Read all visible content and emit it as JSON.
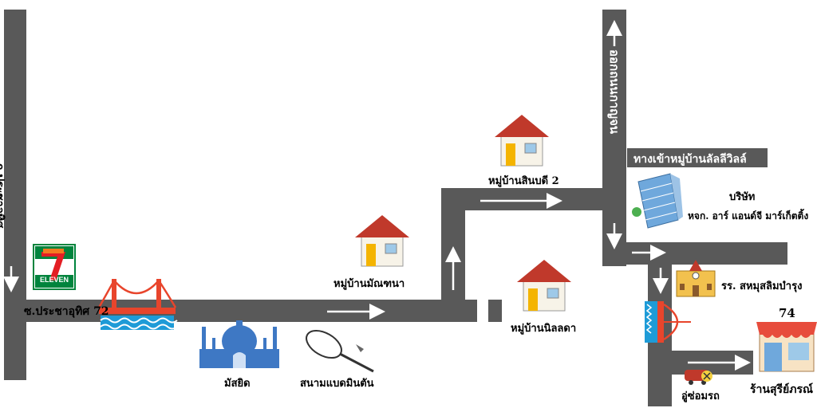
{
  "map": {
    "roads": {
      "left_vertical": "ถ.ประชาอุทิศ",
      "main_soi": "ซ.ประชาอุทิศ 72",
      "right_vertical": "ออกถนนกาญจน",
      "entrance": "ทางเข้าหมู่บ้านลัลลีวิลล์"
    },
    "places": {
      "village_manchana": "หมู่บ้านมัณฑนา",
      "village_sinbodee": "หมู่บ้านสินบดี 2",
      "village_ninlada": "หมู่บ้านนิลลดา",
      "company_line1": "บริษัท",
      "company_line2": "หจก. อาร์ แอนด์จี มาร์เก็ตติ้ง",
      "school": "รร. สหมุสลิมบำรุง",
      "mosque": "มัสยิด",
      "badminton": "สนามแบดมินตัน",
      "garage": "อู่ซ่อมรถ",
      "shop": "ร้านสุรีย์ภรณ์",
      "shop_number": "74"
    },
    "logo": {
      "seven_eleven_text": "ELEVEN"
    },
    "colors": {
      "road": "#595959",
      "arrow": "#ffffff",
      "seven_green": "#00843D",
      "seven_orange": "#F47B20",
      "seven_red": "#E31E24",
      "bridge_red": "#E8452C",
      "water_blue": "#1E9BD7",
      "roof_red": "#C0392B",
      "wall_cream": "#F7F3E8",
      "mosque_blue": "#3E78C4",
      "building_blue": "#6FA8DC",
      "awning_red": "#E74C3C"
    }
  }
}
